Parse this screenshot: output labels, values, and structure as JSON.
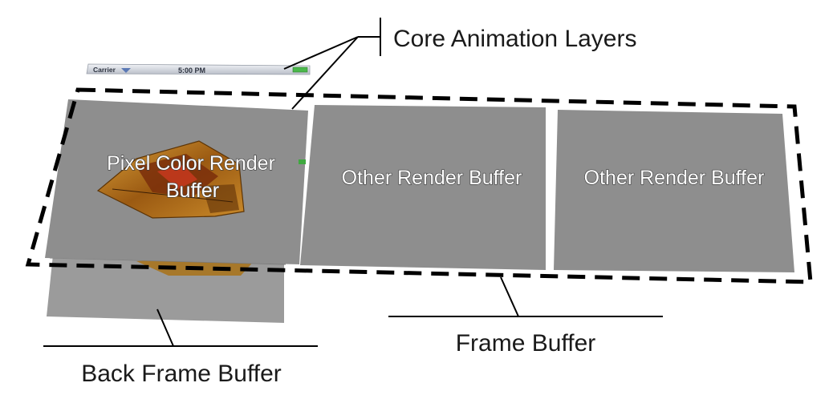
{
  "labels": {
    "core_animation_layers": "Core Animation Layers",
    "frame_buffer": "Frame Buffer",
    "back_frame_buffer": "Back Frame Buffer"
  },
  "buffers": {
    "pixel_color_line1": "Pixel Color Render",
    "pixel_color_line2": "Buffer",
    "other_1": "Other Render Buffer",
    "other_2": "Other Render Buffer"
  },
  "status_bar": {
    "carrier": "Carrier",
    "time": "5:00 PM"
  },
  "colors": {
    "buffer_fill": "#8e8e8e",
    "back_buffer_fill": "#9b9b9b",
    "dashed_outline": "#000000",
    "label_text": "#1a1a1a"
  }
}
